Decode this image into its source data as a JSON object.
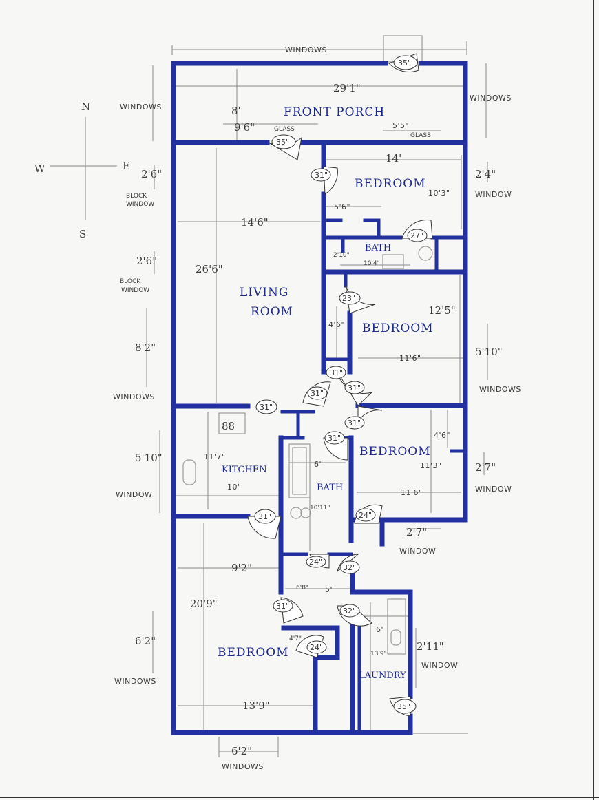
{
  "compass": {
    "north": "N",
    "south": "S",
    "east": "E",
    "west": "W"
  },
  "rooms": {
    "front_porch": "FRONT PORCH",
    "bedroom_ne": "BEDROOM",
    "bath_upper": "BATH",
    "living_room_1": "LIVING",
    "living_room_2": "ROOM",
    "bedroom_e": "BEDROOM",
    "bedroom_se": "BEDROOM",
    "kitchen": "KITCHEN",
    "bath_lower": "BATH",
    "bedroom_sw": "BEDROOM",
    "laundry": "LAUNDRY"
  },
  "dimensions": {
    "porch_width": "29'1\"",
    "porch_depth": "8'",
    "glass_left": "9'6\"",
    "glass_right": "5'5\"",
    "bedroom_ne_width": "14'",
    "bedroom_ne_depth": "10'3\"",
    "window_ne": "2'4\"",
    "bath_upper_a": "5'6\"",
    "bath_upper_b": "2'10\"",
    "bath_upper_c": "10'4\"",
    "living_width": "14'6\"",
    "living_depth": "26'6\"",
    "block_window_1": "2'6\"",
    "block_window_2": "2'6\"",
    "window_w_living": "8'2\"",
    "bedroom_e_depth": "12'5\"",
    "bedroom_e_closet": "4'6\"",
    "bedroom_e_width": "11'6\"",
    "window_e_bedroom": "5'10\"",
    "bedroom_se_a": "4'6\"",
    "bedroom_se_depth": "11'3\"",
    "bedroom_se_width": "11'6\"",
    "window_se_bedroom": "2'7\"",
    "kitchen_depth": "11'7\"",
    "kitchen_width": "10'",
    "kitchen_window": "5'10\"",
    "bath_lower_width": "6'",
    "bath_lower_depth": "10'11\"",
    "hall_a": "9'2\"",
    "hall_b": "6'8\"",
    "hall_c": "5'",
    "window_mid_east": "2'7\"",
    "bedroom_sw_depth": "20'9\"",
    "bedroom_sw_width": "13'9\"",
    "bedroom_sw_window": "6'2\"",
    "bottom_window": "6'2\"",
    "closet_sw": "4'7\"",
    "laundry_width": "6'",
    "laundry_depth": "13'9\"",
    "laundry_window": "2'11\""
  },
  "labels": {
    "windows_top": "WINDOWS",
    "windows_ne": "WINDOWS",
    "windows_nw": "WINDOWS",
    "glass_1": "GLASS",
    "glass_2": "GLASS",
    "window_ne_bed": "WINDOW",
    "block_window_1a": "BLOCK",
    "block_window_1b": "WINDOW",
    "block_window_2a": "BLOCK",
    "block_window_2b": "WINDOW",
    "windows_w_living": "WINDOWS",
    "windows_e_bed": "WINDOWS",
    "window_kitchen": "WINDOW",
    "window_se_bed": "WINDOW",
    "window_mid": "WINDOW",
    "windows_sw": "WINDOWS",
    "window_laundry": "WINDOW",
    "windows_bottom": "WINDOWS",
    "range": "88"
  },
  "doors": {
    "d1": "35\"",
    "d2": "35\"",
    "d3": "31\"",
    "d4": "27\"",
    "d5": "23\"",
    "d6": "31\"",
    "d7": "31\"",
    "d8": "31\"",
    "d9": "31\"",
    "d10": "31\"",
    "d11": "31\"",
    "d12": "31\"",
    "d13": "24\"",
    "d14": "24\"",
    "d15": "32\"",
    "d16": "31\"",
    "d17": "32\"",
    "d18": "24\"",
    "d19": "35\""
  }
}
